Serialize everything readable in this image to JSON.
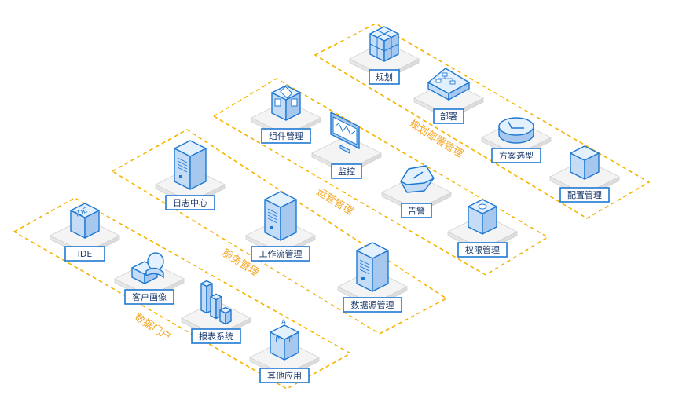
{
  "colors": {
    "band_border": "#f5b400",
    "group_label": "#f5a623",
    "platform_fill": "#f4f4f4",
    "platform_edge": "#d2d2d2",
    "icon_top": "#e3f0fd",
    "icon_left": "#c4dcf6",
    "icon_right": "#a6c8ee",
    "icon_stroke": "#1e78d2",
    "label_border": "#1e78d2",
    "label_text": "#1a3a6e"
  },
  "groups": [
    {
      "id": "data-portal",
      "label": "数据门户",
      "nodes": [
        {
          "id": "ide",
          "label": "IDE",
          "icon": "ide-cube-icon"
        },
        {
          "id": "customer-profile",
          "label": "客户画像",
          "icon": "user-profile-icon"
        },
        {
          "id": "report-system",
          "label": "报表系统",
          "icon": "report-bars-icon"
        },
        {
          "id": "other-apps",
          "label": "其他应用",
          "icon": "app-cube-icon"
        }
      ]
    },
    {
      "id": "service-mgmt",
      "label": "服务管理",
      "nodes": [
        {
          "id": "log-center",
          "label": "日志中心",
          "icon": "server-icon"
        },
        {
          "id": "workflow-mgmt",
          "label": "工作流管理",
          "icon": "server-icon"
        },
        {
          "id": "datasource-mgmt",
          "label": "数据源管理",
          "icon": "server-icon"
        }
      ]
    },
    {
      "id": "ops-mgmt",
      "label": "运营管理",
      "nodes": [
        {
          "id": "component-mgmt",
          "label": "组件管理",
          "icon": "component-cube-icon"
        },
        {
          "id": "monitor",
          "label": "监控",
          "icon": "monitor-icon"
        },
        {
          "id": "alert",
          "label": "告警",
          "icon": "alert-icon"
        },
        {
          "id": "permission-mgmt",
          "label": "权限管理",
          "icon": "permission-cube-icon"
        }
      ]
    },
    {
      "id": "planning-deploy-mgmt",
      "label": "规划部署管理",
      "nodes": [
        {
          "id": "planning",
          "label": "规划",
          "icon": "grid-cube-icon"
        },
        {
          "id": "deploy",
          "label": "部署",
          "icon": "deploy-network-icon"
        },
        {
          "id": "solution-selection",
          "label": "方案选型",
          "icon": "check-disc-icon"
        },
        {
          "id": "config-mgmt",
          "label": "配置管理",
          "icon": "config-cube-icon"
        }
      ]
    }
  ],
  "icon_texts": {
    "ide_badge": "IDE",
    "app_letters": [
      "A",
      "P",
      "P"
    ]
  }
}
